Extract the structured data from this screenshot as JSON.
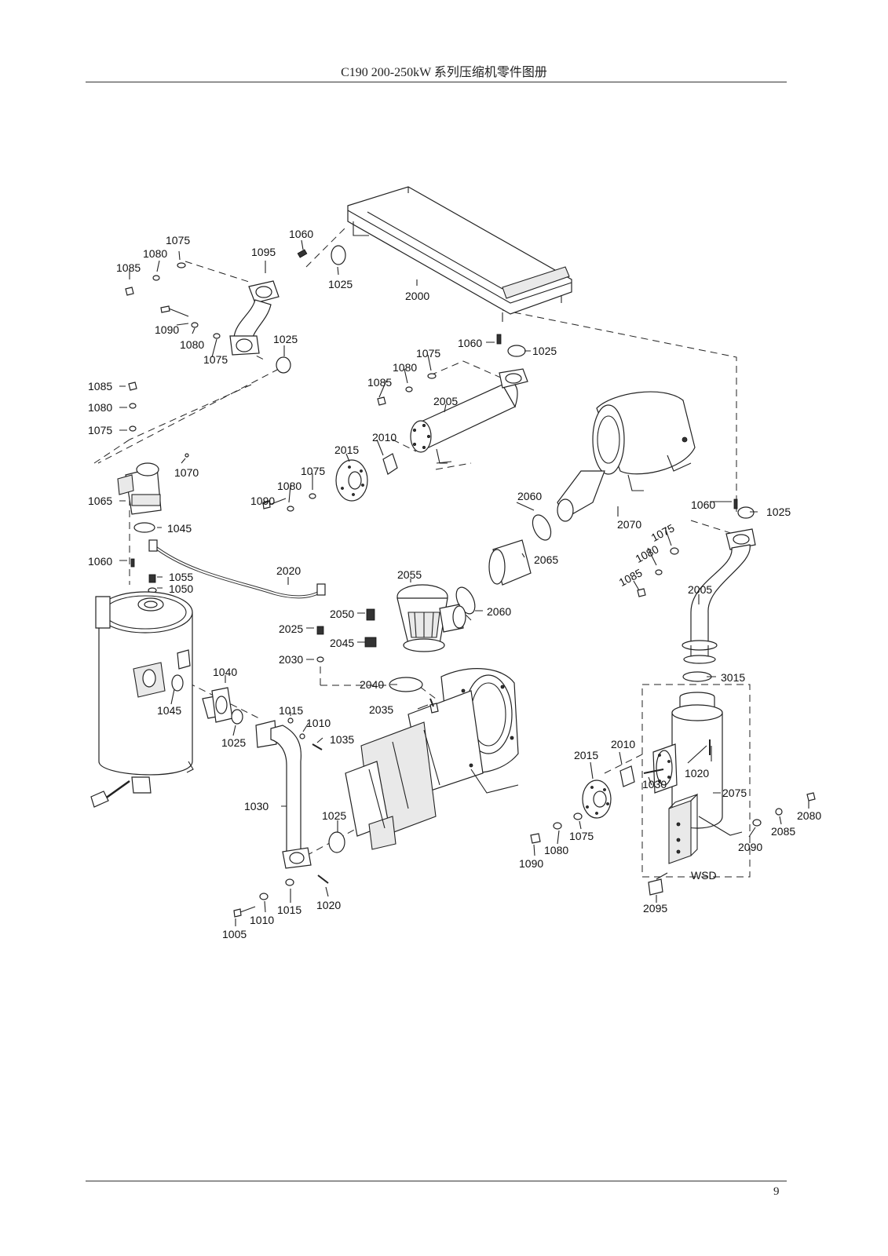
{
  "header": {
    "title": "C190 200-250kW 系列压缩机零件图册"
  },
  "footer": {
    "page_number": "9"
  },
  "diagram": {
    "box_label": "WSD",
    "callouts": [
      "1075",
      "1060",
      "1080",
      "1095",
      "1085",
      "1025",
      "2000",
      "1090",
      "1080",
      "1075",
      "1025",
      "1060",
      "1025",
      "1075",
      "1080",
      "1085",
      "2005",
      "1085",
      "1080",
      "1075",
      "2010",
      "2015",
      "1070",
      "1075",
      "1080",
      "1090",
      "1065",
      "2060",
      "2070",
      "1060",
      "1025",
      "1075",
      "1080",
      "1085",
      "1045",
      "1060",
      "1055",
      "2020",
      "2055",
      "1050",
      "2065",
      "2050",
      "2025",
      "2060",
      "2045",
      "2005",
      "2030",
      "1040",
      "2040",
      "3015",
      "2035",
      "1045",
      "1015",
      "1010",
      "1035",
      "1025",
      "2010",
      "2015",
      "1020",
      "1030",
      "1030",
      "2075",
      "1025",
      "2080",
      "2085",
      "1075",
      "2090",
      "1080",
      "1090",
      "1015",
      "1020",
      "1010",
      "1005",
      "2095"
    ]
  }
}
